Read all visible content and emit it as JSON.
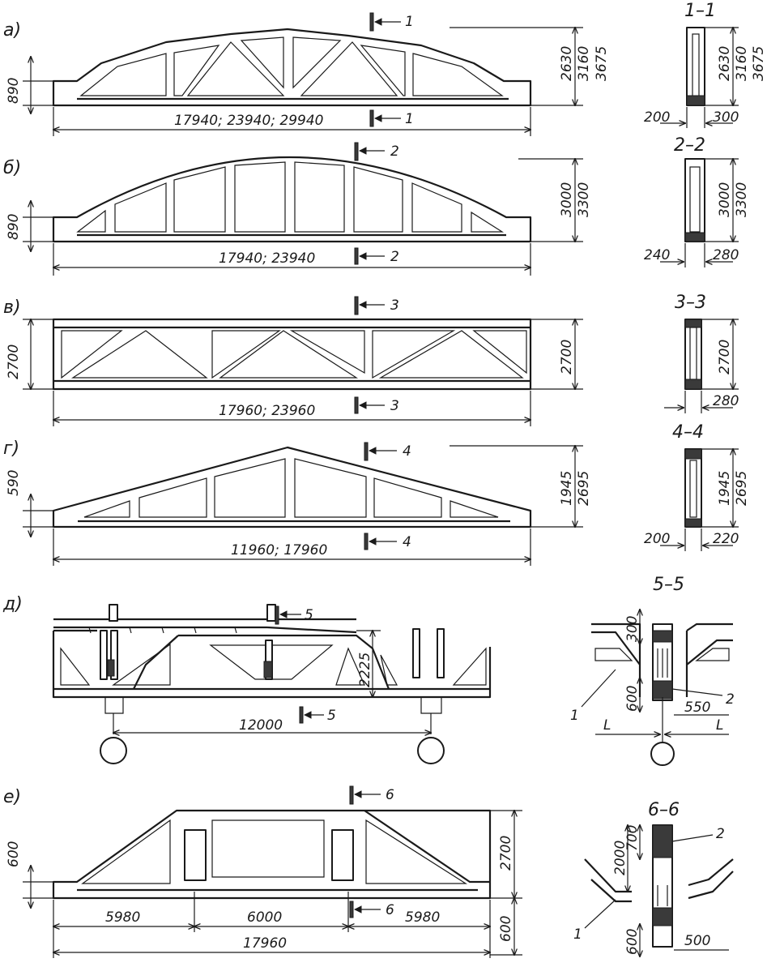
{
  "drawings": [
    {
      "letter": "а)",
      "section_marker": "1",
      "span": "17940; 23940; 29940",
      "support_height": "890",
      "heights": [
        "2630",
        "3160",
        "3675"
      ],
      "section_title": "1–1",
      "section_heights": [
        "2630",
        "3160",
        "3675"
      ],
      "section_widths": [
        "200",
        "300"
      ]
    },
    {
      "letter": "б)",
      "section_marker": "2",
      "span": "17940; 23940",
      "support_height": "890",
      "heights": [
        "3000",
        "3300"
      ],
      "section_title": "2–2",
      "section_heights": [
        "3000",
        "3300"
      ],
      "section_widths": [
        "240",
        "280"
      ]
    },
    {
      "letter": "в)",
      "section_marker": "3",
      "span": "17960; 23960",
      "support_height": "2700",
      "heights": [
        "2700"
      ],
      "section_title": "3–3",
      "section_heights": [
        "2700"
      ],
      "section_widths": [
        "280"
      ]
    },
    {
      "letter": "г)",
      "section_marker": "4",
      "span": "11960; 17960",
      "support_height": "590",
      "heights": [
        "1945",
        "2695"
      ],
      "section_title": "4–4",
      "section_heights": [
        "1945",
        "2695"
      ],
      "section_widths": [
        "200",
        "220"
      ]
    },
    {
      "letter": "д)",
      "section_marker": "5",
      "span": "12000",
      "heights": [
        "2225"
      ],
      "section_title": "5–5",
      "section_dims": [
        "300",
        "600",
        "550"
      ],
      "section_L": "L",
      "callouts": [
        "1",
        "2"
      ]
    },
    {
      "letter": "е)",
      "section_marker": "6",
      "support_height": "600",
      "segments": [
        "5980",
        "6000",
        "5980"
      ],
      "span": "17960",
      "heights": [
        "2700"
      ],
      "bottom_height": "600",
      "section_title": "6–6",
      "section_dims": [
        "700",
        "2000",
        "600",
        "500"
      ],
      "callouts": [
        "1",
        "2"
      ]
    }
  ]
}
